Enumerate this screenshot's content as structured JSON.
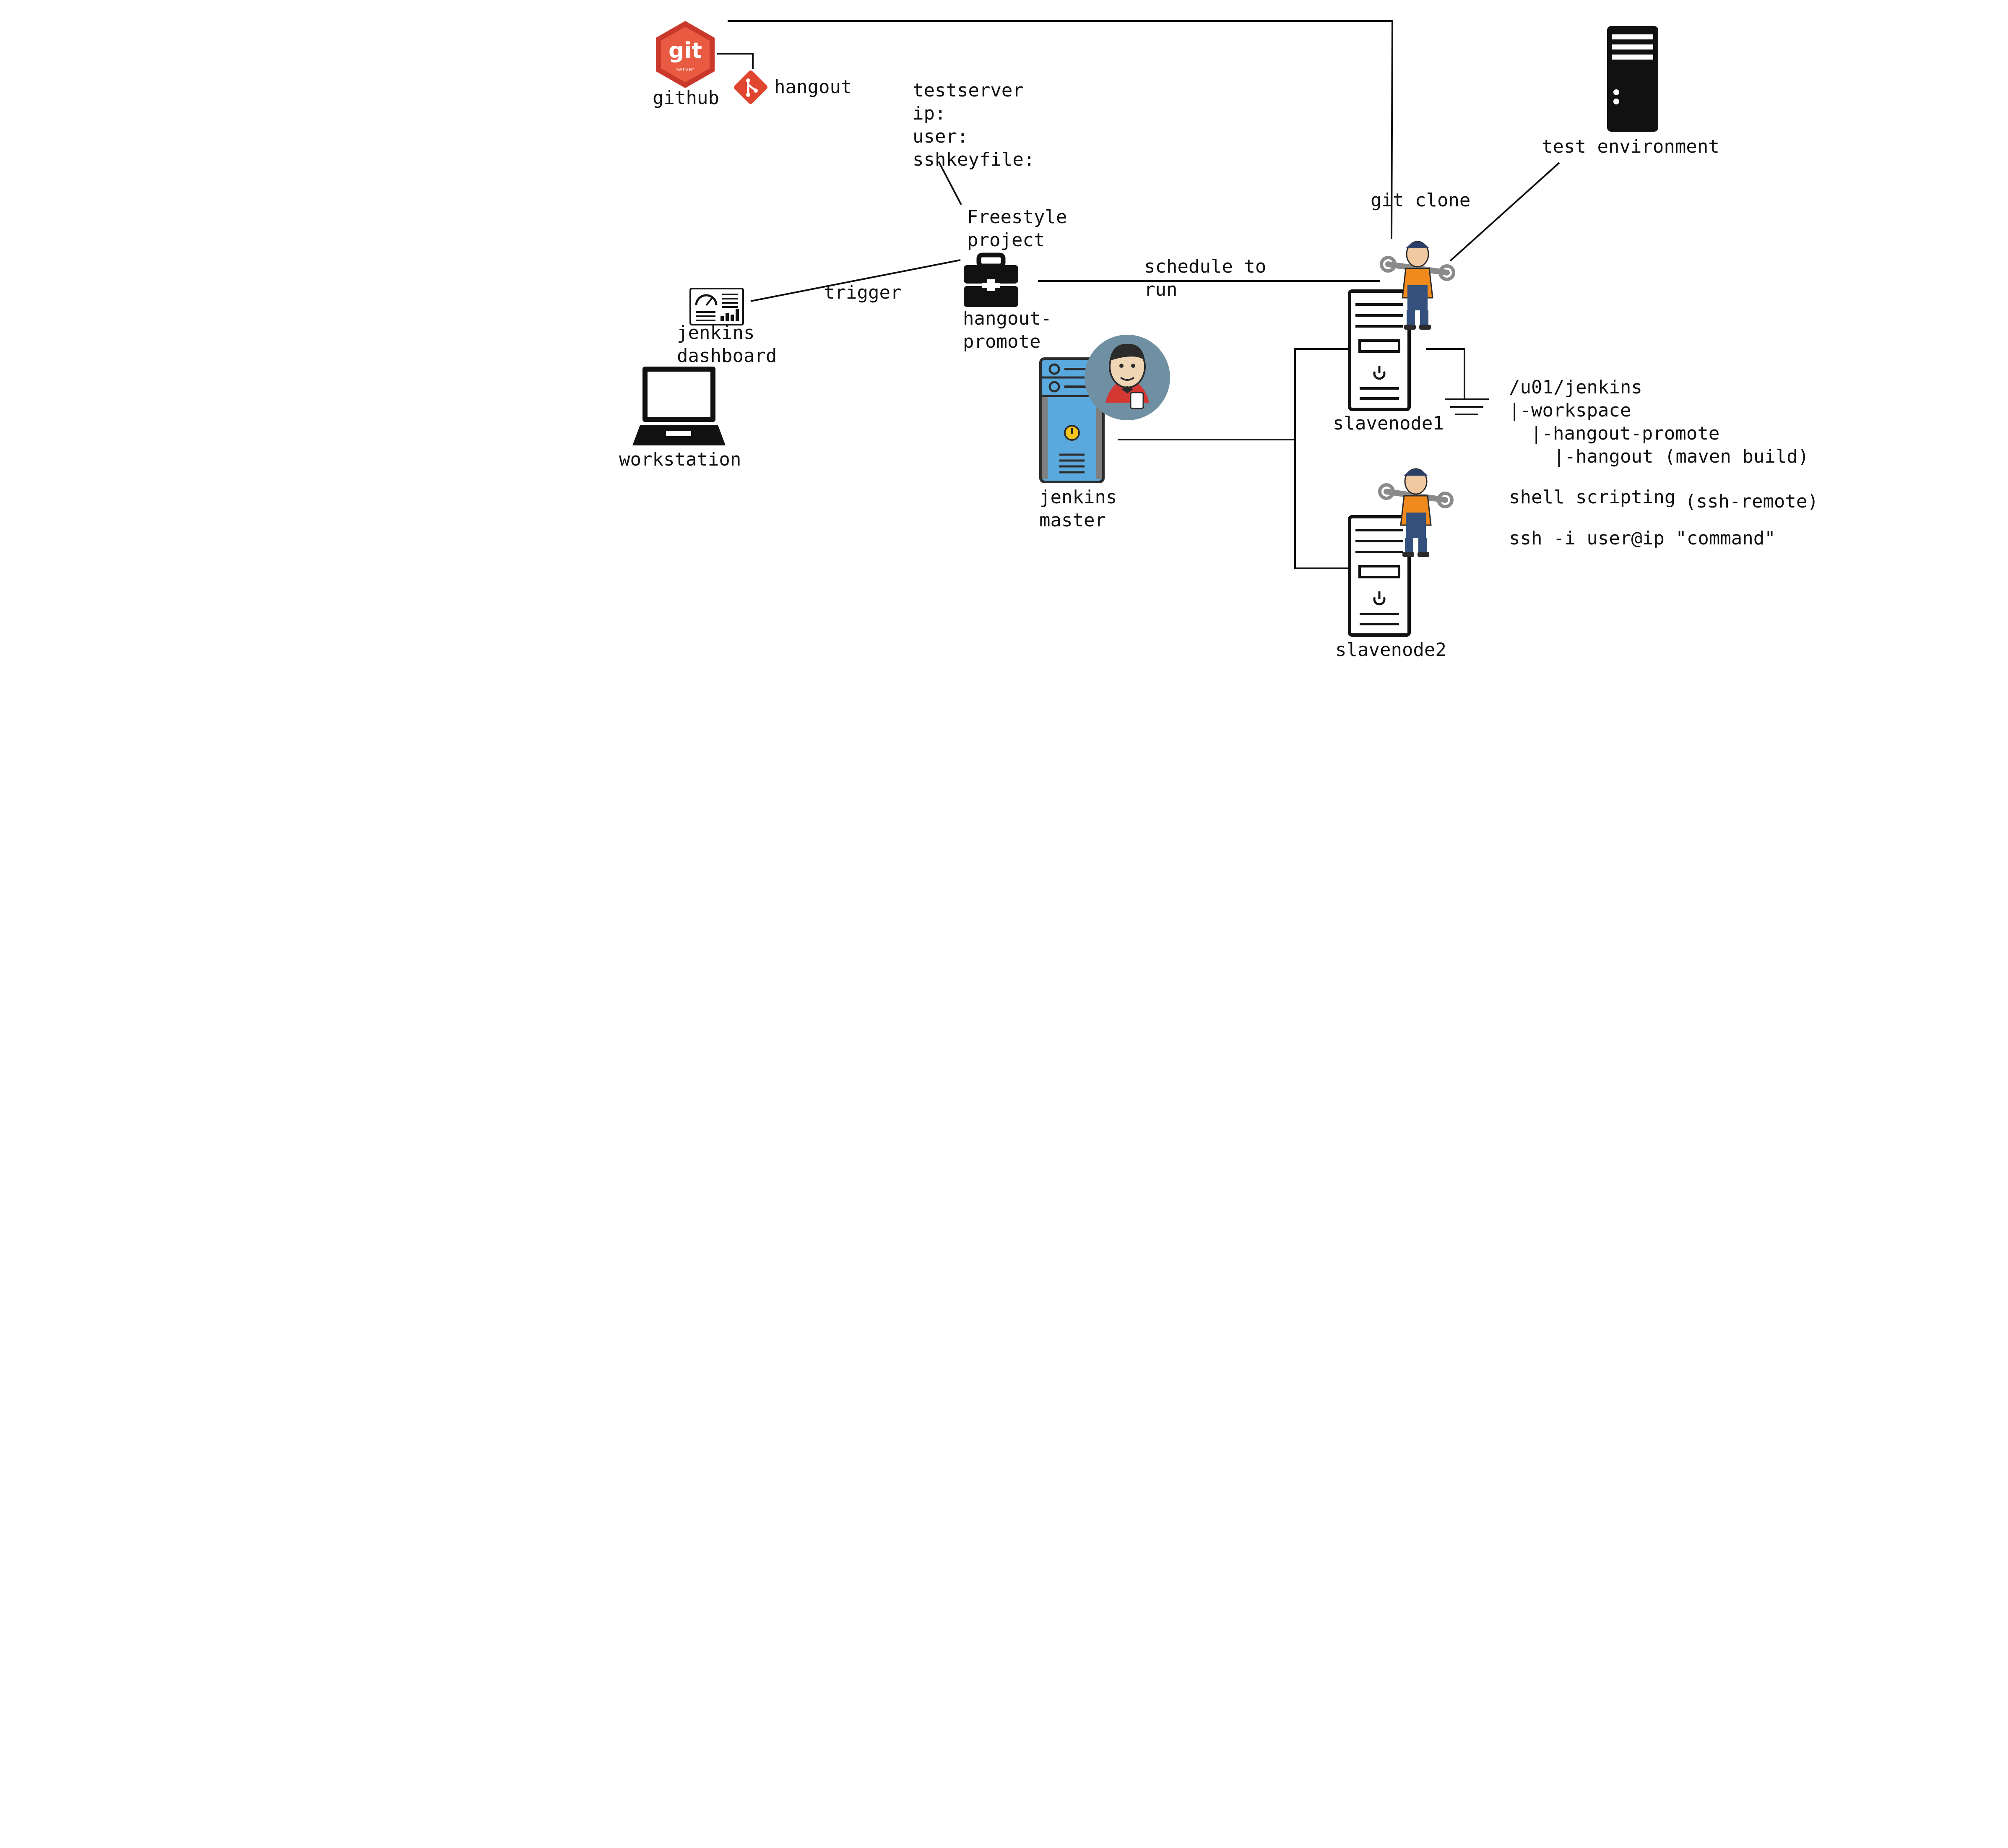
{
  "labels": {
    "github": "github",
    "hangout_repo": "hangout",
    "test_server_title": "testserver",
    "test_server_ip": "ip:",
    "test_server_user": "user:",
    "test_server_key": "sshkeyfile:",
    "freestyle_line1": "Freestyle",
    "freestyle_line2": "project",
    "job_line1": "hangout-",
    "job_line2": "promote",
    "trigger": "trigger",
    "schedule_line1": "schedule to",
    "schedule_line2": "run",
    "git_clone": "git clone",
    "test_environment": "test environment",
    "dashboard_line1": "jenkins",
    "dashboard_line2": "dashboard",
    "workstation": "workstation",
    "master_line1": "jenkins",
    "master_line2": "master",
    "slave1": "slavenode1",
    "slave2": "slavenode2",
    "path_root": "/u01/jenkins",
    "path_workspace": "|-workspace",
    "path_job": "|-hangout-promote",
    "path_repo": "|-hangout (maven build)",
    "shell_scripting": "shell scripting",
    "ssh_remote": "(ssh-remote)",
    "ssh_command": "ssh -i user@ip \"command\""
  },
  "icons": {
    "git_server": "git-server-icon",
    "git_branch": "git-branch-icon",
    "dashboard": "dashboard-icon",
    "laptop": "laptop-icon",
    "toolbox": "toolbox-icon",
    "jenkins_server": "jenkins-server-icon",
    "jenkins_logo": "jenkins-butler-icon",
    "worker": "worker-mechanic-icon",
    "tower": "server-tower-icon",
    "test_server": "test-server-icon",
    "ground": "ground-icon"
  },
  "colors": {
    "git_red": "#e0452f",
    "jenkins_blue": "#5aa9de",
    "jenkins_circle": "#6f8fa3",
    "jenkins_red": "#d33833",
    "worker_orange": "#f08a1c",
    "line": "#111111"
  }
}
